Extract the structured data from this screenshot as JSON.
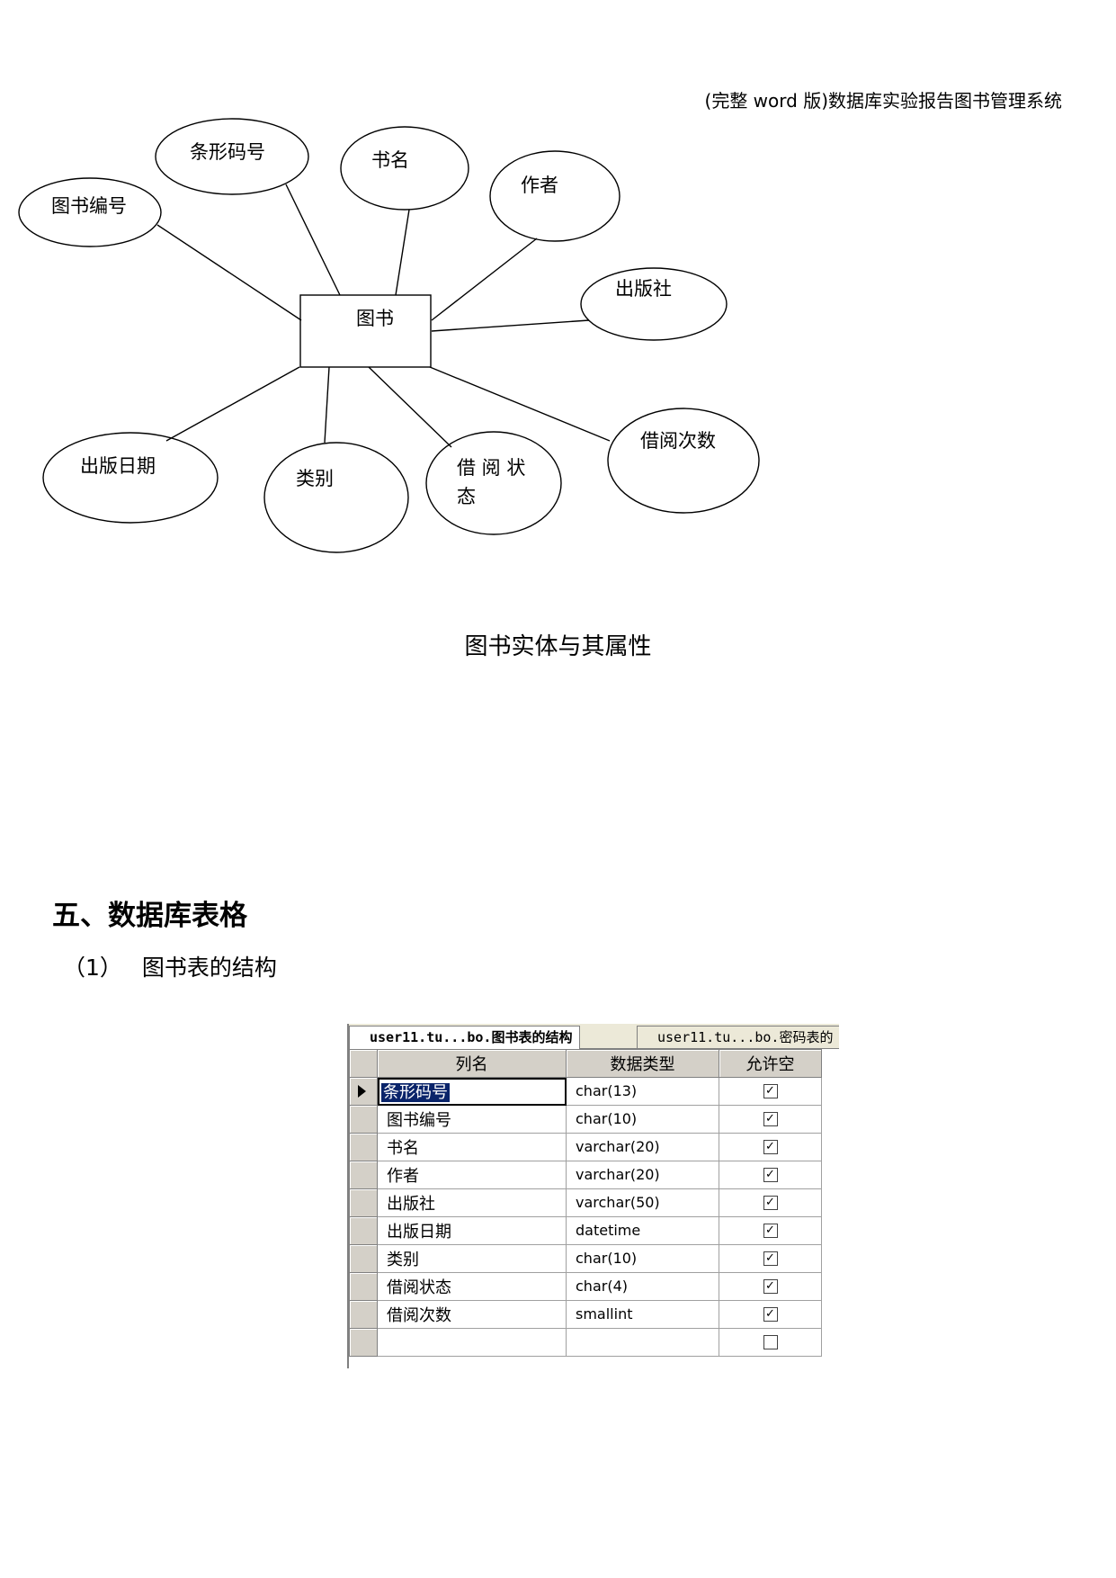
{
  "header": {
    "running_title": "(完整 word 版)数据库实验报告图书管理系统"
  },
  "er_diagram": {
    "entity": "图书",
    "attributes": {
      "barcode": "条形码号",
      "book_no": "图书编号",
      "title": "书名",
      "author": "作者",
      "publisher": "出版社",
      "pub_date": "出版日期",
      "category": "类别",
      "borrow_status_line1": "借 阅 状",
      "borrow_status_line2": "态",
      "borrow_count": "借阅次数"
    }
  },
  "figure_caption": "图书实体与其属性",
  "section": {
    "heading": "五、数据库表格"
  },
  "subsection": {
    "number": "（1）",
    "title": "图书表的结构"
  },
  "designer": {
    "tabs": [
      {
        "label": "user11.tu...bo.图书表的结构",
        "active": true
      },
      {
        "label": "user11.tu...bo.密码表的",
        "active": false
      }
    ],
    "columns": [
      "列名",
      "数据类型",
      "允许空"
    ],
    "rows": [
      {
        "name": "条形码号",
        "type": "char(13)",
        "nullable": "✓"
      },
      {
        "name": "图书编号",
        "type": "char(10)",
        "nullable": "✓"
      },
      {
        "name": "书名",
        "type": "varchar(20)",
        "nullable": "✓"
      },
      {
        "name": "作者",
        "type": "varchar(20)",
        "nullable": "✓"
      },
      {
        "name": "出版社",
        "type": "varchar(50)",
        "nullable": "✓"
      },
      {
        "name": "出版日期",
        "type": "datetime",
        "nullable": "✓"
      },
      {
        "name": "类别",
        "type": "char(10)",
        "nullable": "✓"
      },
      {
        "name": "借阅状态",
        "type": "char(4)",
        "nullable": "✓"
      },
      {
        "name": "借阅次数",
        "type": "smallint",
        "nullable": "✓"
      },
      {
        "name": "",
        "type": "",
        "nullable": ""
      }
    ]
  }
}
